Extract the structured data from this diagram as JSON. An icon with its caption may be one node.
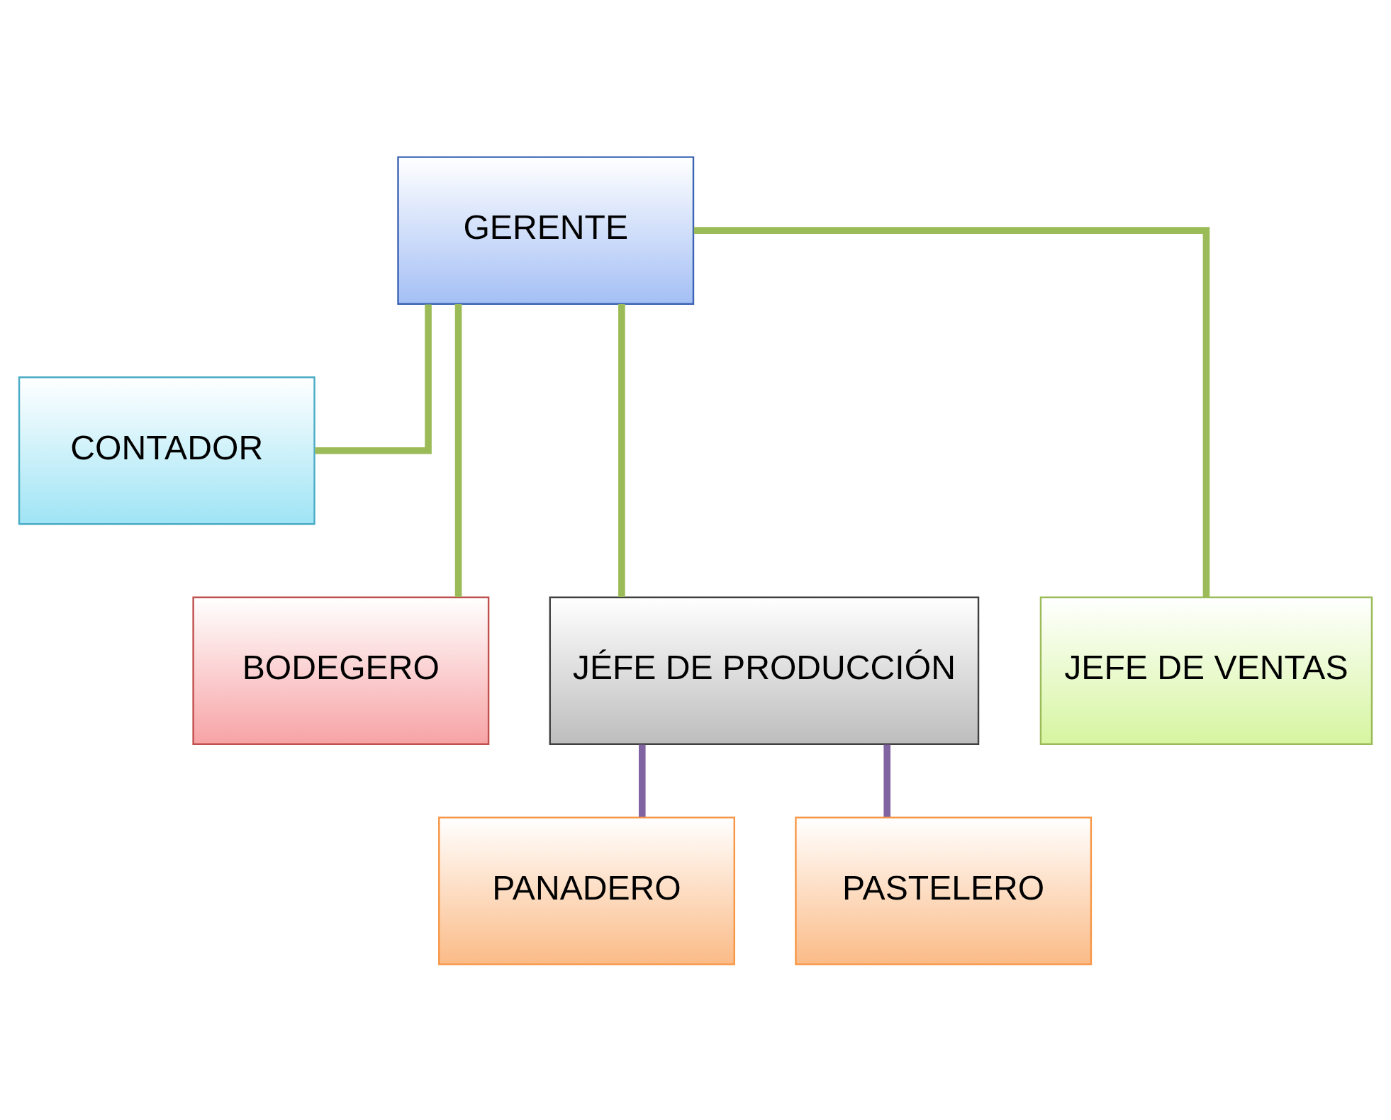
{
  "diagram": {
    "nodes": [
      {
        "text": [
          "GERENTE"
        ]
      },
      {
        "text": [
          "CONTADOR"
        ]
      },
      {
        "text": [
          "BODEGERO"
        ]
      },
      {
        "text": [
          "JÉFE DE PRODUCCIÓN"
        ]
      },
      {
        "text": [
          "JEFE DE VENTAS"
        ]
      },
      {
        "text": [
          "PANADERO"
        ]
      },
      {
        "text": [
          "PASTELERO"
        ]
      }
    ],
    "edges": [
      {
        "from": 0,
        "to": 1,
        "arrow": "none"
      },
      {
        "from": 0,
        "to": 2,
        "arrow": "none"
      },
      {
        "from": 0,
        "to": 3,
        "arrow": "none"
      },
      {
        "from": 0,
        "to": 4,
        "arrow": "none"
      },
      {
        "from": 3,
        "to": 5,
        "arrow": "none",
        "color": "#8064a2"
      },
      {
        "from": 3,
        "to": 6,
        "arrow": "none",
        "color": "#8064a2"
      }
    ]
  }
}
